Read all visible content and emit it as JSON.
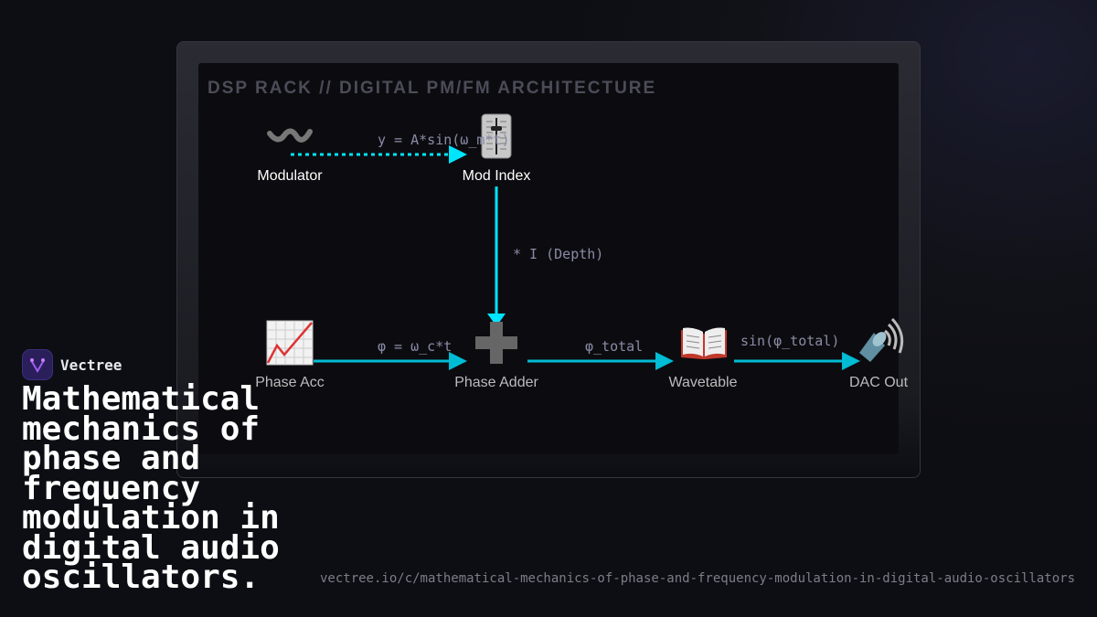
{
  "rack_title": "DSP RACK // DIGITAL PM/FM ARCHITECTURE",
  "nodes": [
    {
      "label": "Modulator",
      "icon": "wavy-dash-icon"
    },
    {
      "label": "Mod Index",
      "icon": "level-slider-icon"
    },
    {
      "label": "Phase Acc",
      "icon": "chart-increasing-icon"
    },
    {
      "label": "Phase Adder",
      "icon": "plus-icon"
    },
    {
      "label": "Wavetable",
      "icon": "open-book-icon"
    },
    {
      "label": "DAC Out",
      "icon": "speaker-icon"
    }
  ],
  "edges": [
    {
      "from": "Modulator",
      "to": "Mod Index",
      "label": "y = A*sin(ω_m*t)",
      "style": "dotted"
    },
    {
      "from": "Mod Index",
      "to": "Phase Adder",
      "label": "* I (Depth)",
      "style": "solid"
    },
    {
      "from": "Phase Acc",
      "to": "Phase Adder",
      "label": "φ = ω_c*t",
      "style": "solid"
    },
    {
      "from": "Phase Adder",
      "to": "Wavetable",
      "label": "φ_total",
      "style": "solid"
    },
    {
      "from": "Wavetable",
      "to": "DAC Out",
      "label": "sin(φ_total)",
      "style": "solid"
    }
  ],
  "colors": {
    "edge_bright": "#00e5ff",
    "edge": "#00bcd4",
    "accent": "#7b3fe4"
  },
  "brand": {
    "name": "Vectree"
  },
  "headline": "Mathematical mechanics of phase and frequency modulation in digital audio oscillators.",
  "url": "vectree.io/c/mathematical-mechanics-of-phase-and-frequency-modulation-in-digital-audio-oscillators"
}
